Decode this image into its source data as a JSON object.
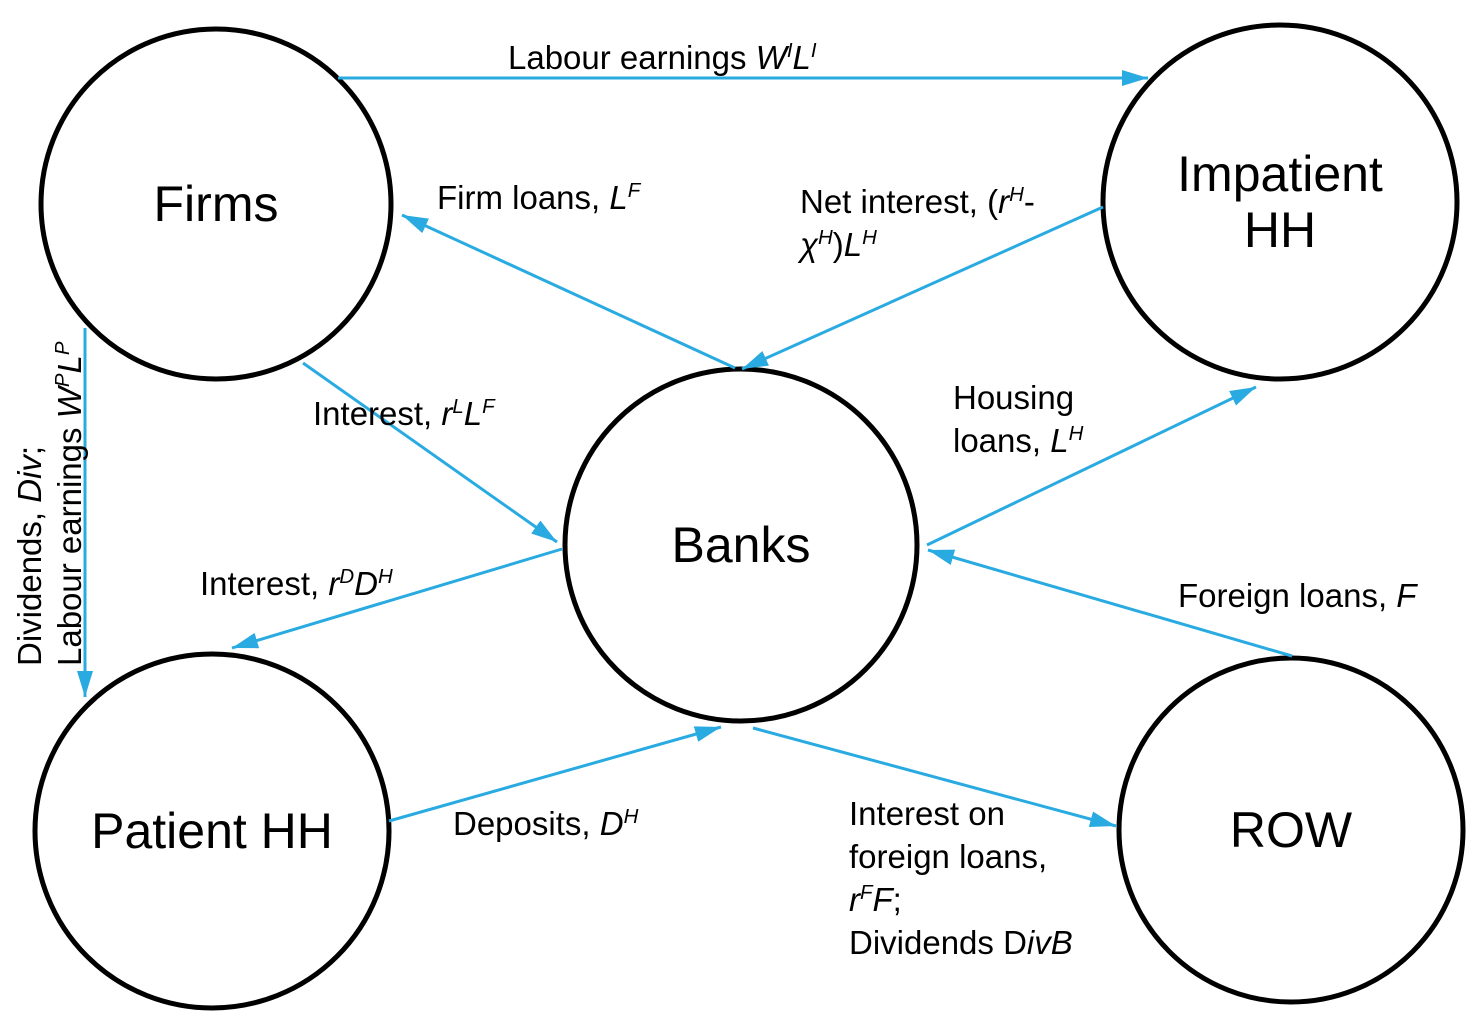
{
  "colors": {
    "arrow": "#29abe2",
    "node_stroke": "#000000",
    "text": "#000000",
    "background": "#ffffff"
  },
  "nodes": {
    "firms": {
      "label": "Firms"
    },
    "impatient_hh": {
      "label": "Impatient HH"
    },
    "banks": {
      "label": "Banks"
    },
    "patient_hh": {
      "label": "Patient HH"
    },
    "row": {
      "label": "ROW"
    }
  },
  "edges": {
    "labour_earnings": {
      "from": "Firms",
      "to": "Impatient HH",
      "lines": [
        [
          {
            "t": "Labour earnings "
          },
          {
            "t": "W",
            "i": true
          },
          {
            "t": "I",
            "i": true,
            "sup": true
          },
          {
            "t": "L",
            "i": true
          },
          {
            "t": "I",
            "i": true,
            "sup": true
          }
        ]
      ]
    },
    "firm_loans": {
      "from": "Banks",
      "to": "Firms",
      "lines": [
        [
          {
            "t": "Firm loans, "
          },
          {
            "t": "L",
            "i": true
          },
          {
            "t": "F",
            "i": true,
            "sup": true
          }
        ]
      ]
    },
    "net_interest": {
      "from": "Impatient HH",
      "to": "Banks",
      "lines": [
        [
          {
            "t": "Net interest, ("
          },
          {
            "t": "r",
            "i": true
          },
          {
            "t": "H",
            "i": true,
            "sup": true
          },
          {
            "t": "-"
          }
        ],
        [
          {
            "t": "χ",
            "i": true
          },
          {
            "t": "H",
            "i": true,
            "sup": true
          },
          {
            "t": ")"
          },
          {
            "t": "L",
            "i": true
          },
          {
            "t": "H",
            "i": true,
            "sup": true
          }
        ]
      ]
    },
    "interest_firm_loans": {
      "from": "Firms",
      "to": "Banks",
      "lines": [
        [
          {
            "t": "Interest, "
          },
          {
            "t": "r",
            "i": true
          },
          {
            "t": "L",
            "i": true,
            "sup": true
          },
          {
            "t": "L",
            "i": true
          },
          {
            "t": "F",
            "i": true,
            "sup": true
          }
        ]
      ]
    },
    "housing_loans": {
      "from": "Banks",
      "to": "Impatient HH",
      "lines": [
        [
          {
            "t": "Housing"
          }
        ],
        [
          {
            "t": "loans, "
          },
          {
            "t": "L",
            "i": true
          },
          {
            "t": "H",
            "i": true,
            "sup": true
          }
        ]
      ]
    },
    "foreign_loans": {
      "from": "ROW",
      "to": "Banks",
      "lines": [
        [
          {
            "t": "Foreign loans, "
          },
          {
            "t": "F",
            "i": true
          }
        ]
      ]
    },
    "interest_deposits": {
      "from": "Banks",
      "to": "Patient HH",
      "lines": [
        [
          {
            "t": "Interest, "
          },
          {
            "t": "r",
            "i": true
          },
          {
            "t": "D",
            "i": true,
            "sup": true
          },
          {
            "t": "D",
            "i": true
          },
          {
            "t": "H",
            "i": true,
            "sup": true
          }
        ]
      ]
    },
    "deposits": {
      "from": "Patient HH",
      "to": "Banks",
      "lines": [
        [
          {
            "t": "Deposits, "
          },
          {
            "t": "D",
            "i": true
          },
          {
            "t": "H",
            "i": true,
            "sup": true
          }
        ]
      ]
    },
    "interest_foreign_loans": {
      "from": "Banks",
      "to": "ROW",
      "lines": [
        [
          {
            "t": "Interest on"
          }
        ],
        [
          {
            "t": "foreign loans,"
          }
        ],
        [
          {
            "t": "r",
            "i": true
          },
          {
            "t": "F",
            "i": true,
            "sup": true
          },
          {
            "t": "F",
            "i": true
          },
          {
            "t": ";"
          }
        ],
        [
          {
            "t": "Dividends D"
          },
          {
            "t": "ivB",
            "i": true
          }
        ]
      ]
    },
    "dividends_labour": {
      "from": "Firms",
      "to": "Patient HH",
      "lines": [
        [
          {
            "t": "Dividends, "
          },
          {
            "t": "Div",
            "i": true
          },
          {
            "t": ";"
          }
        ],
        [
          {
            "t": "Labour earnings "
          },
          {
            "t": "W",
            "i": true
          },
          {
            "t": "P",
            "i": true,
            "sup": true
          },
          {
            "t": "L",
            "i": true
          },
          {
            "t": "P",
            "i": true,
            "sup": true
          }
        ]
      ]
    }
  }
}
